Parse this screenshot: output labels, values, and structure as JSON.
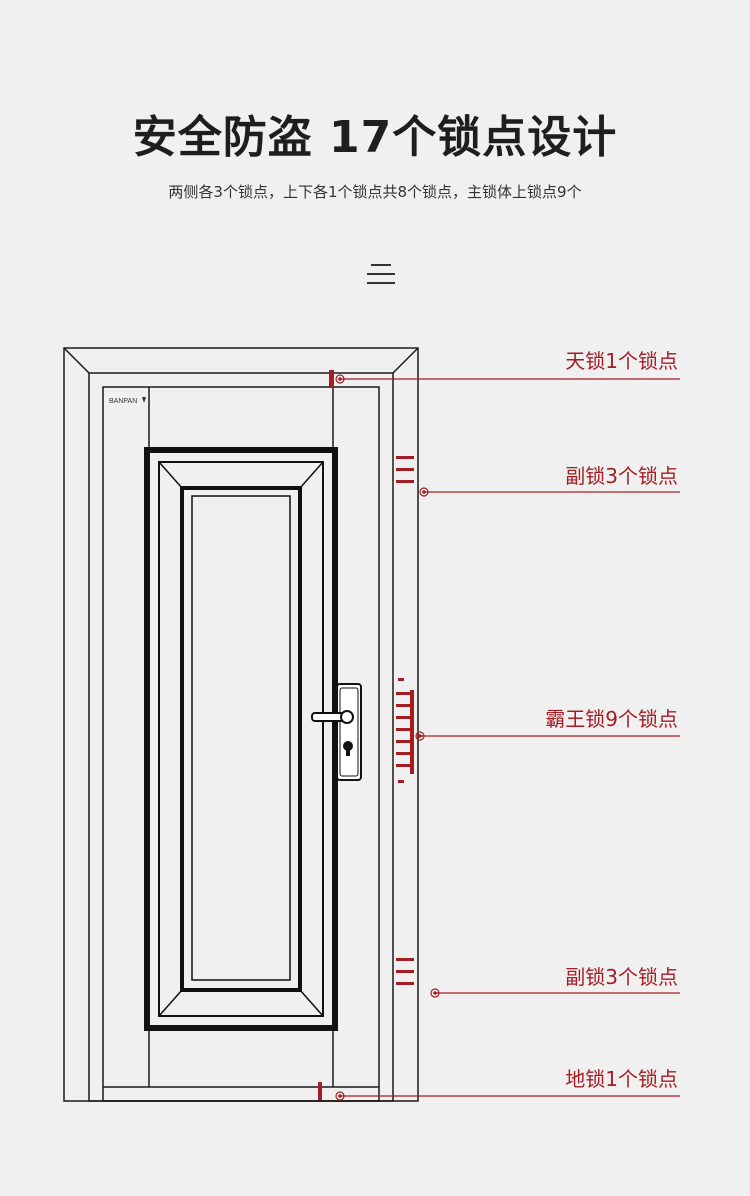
{
  "header": {
    "title": "安全防盗 17个锁点设计",
    "subtitle": "两侧各3个锁点，上下各1个锁点共8个锁点，主锁体上锁点9个"
  },
  "brand": {
    "logo_text": "BANPAN"
  },
  "callouts": [
    {
      "label": "天锁1个锁点"
    },
    {
      "label": "副锁3个锁点"
    },
    {
      "label": "霸王锁9个锁点"
    },
    {
      "label": "副锁3个锁点"
    },
    {
      "label": "地锁1个锁点"
    }
  ],
  "icons": {
    "menu": "menu-icon"
  },
  "colors": {
    "accent": "#a51d22",
    "outline": "#1a1a1a",
    "background": "#f1f0f0"
  }
}
